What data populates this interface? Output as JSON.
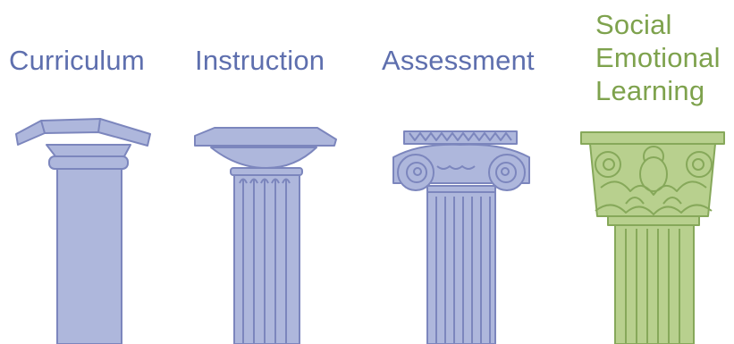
{
  "pillars": [
    {
      "label": "Curriculum",
      "style": "doric-plain",
      "color": "#aeb7dc",
      "stroke": "#7c86bd"
    },
    {
      "label": "Instruction",
      "style": "doric-fluted",
      "color": "#aeb7dc",
      "stroke": "#7c86bd"
    },
    {
      "label": "Assessment",
      "style": "ionic",
      "color": "#aeb7dc",
      "stroke": "#7c86bd"
    },
    {
      "label_lines": [
        "Social",
        "Emotional",
        "Learning"
      ],
      "style": "corinthian",
      "color": "#b8d08e",
      "stroke": "#86a85a"
    }
  ],
  "colors": {
    "label_blue": "#5e6fae",
    "label_green": "#7ea24d"
  }
}
